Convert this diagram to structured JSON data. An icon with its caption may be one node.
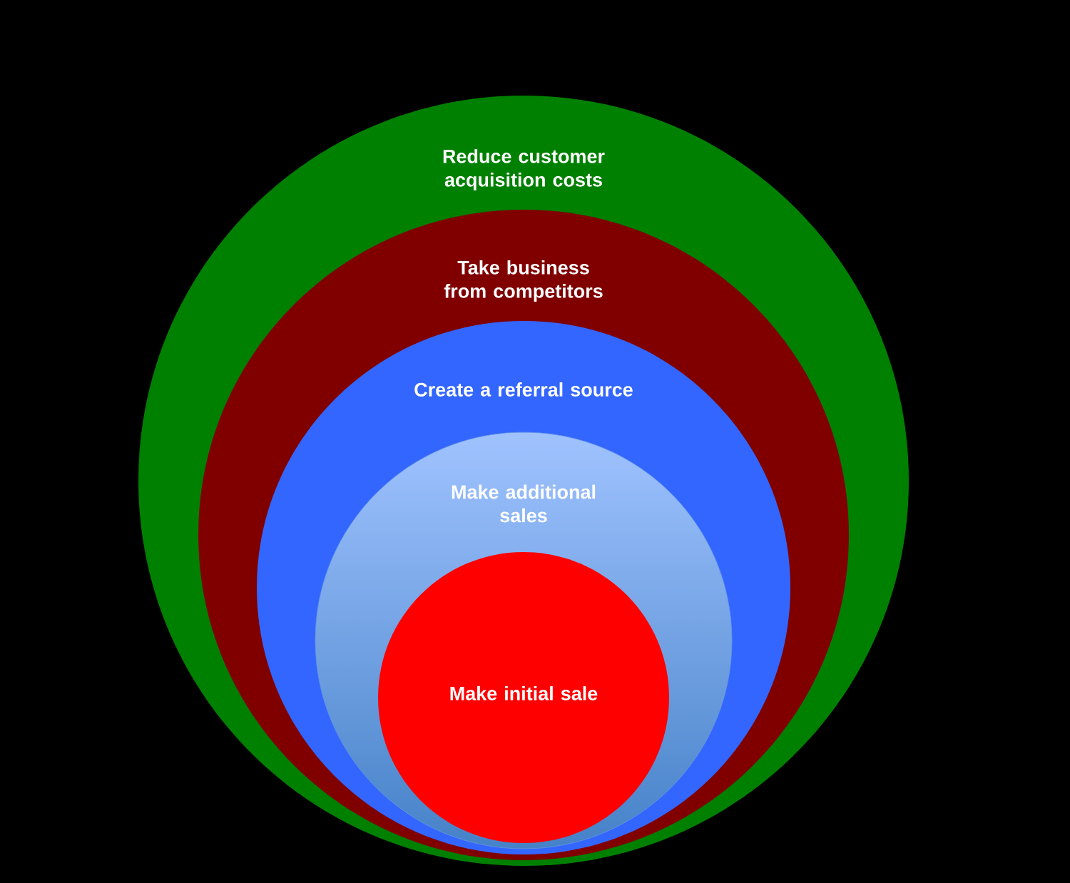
{
  "diagram": {
    "nodes": [
      {
        "text": [
          "Reduce customer acquisition costs"
        ]
      },
      {
        "text": [
          "Take business from competitors"
        ],
        "in": 0
      },
      {
        "text": [
          "Create a referral source"
        ],
        "in": 1
      },
      {
        "text": [
          "Make additional sales"
        ],
        "in": 2
      },
      {
        "text": [
          "Make initial sale"
        ],
        "in": 3
      }
    ]
  }
}
